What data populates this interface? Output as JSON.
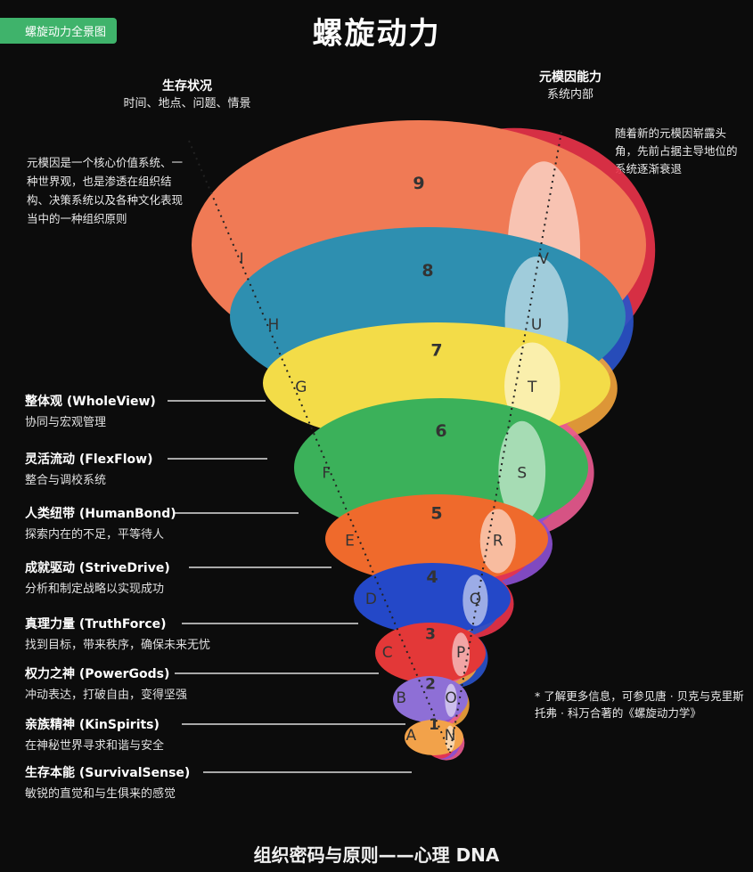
{
  "tag": "螺旋动力全景图",
  "title": "螺旋动力",
  "survival_conditions": {
    "heading": "生存状况",
    "sub": "时间、地点、问题、情景"
  },
  "meme_capacity": {
    "heading": "元模因能力",
    "sub": "系统内部"
  },
  "left_description": "元模因是一个核心价值系统、一种世界观，也是渗透在组织结构、决策系统以及各种文化表现当中的一种组织原则",
  "right_description": "随着新的元模因崭露头角，先前占据主导地位的系统逐渐衰退",
  "footnote": "* 了解更多信息，可参见唐 · 贝克与克里斯托弗 · 科万合著的《螺旋动力学》",
  "footer": "组织密码与原则——心理 DNA",
  "levels": [
    {
      "name": "整体观 (WholeView)",
      "desc": "协同与宏观管理"
    },
    {
      "name": "灵活流动 (FlexFlow)",
      "desc": "整合与调校系统"
    },
    {
      "name": "人类纽带 (HumanBond)",
      "desc": "探索内在的不足，平等待人"
    },
    {
      "name": "成就驱动 (StriveDrive)",
      "desc": "分析和制定战略以实现成功"
    },
    {
      "name": "真理力量 (TruthForce)",
      "desc": "找到目标，带来秩序，确保未来无忧"
    },
    {
      "name": "权力之神 (PowerGods)",
      "desc": "冲动表达，打破自由，变得坚强"
    },
    {
      "name": "亲族精神 (KinSpirits)",
      "desc": "在神秘世界寻求和谐与安全"
    },
    {
      "name": "生存本能 (SurvivalSense)",
      "desc": "敏锐的直觉和与生俱来的感觉"
    }
  ],
  "rings": [
    {
      "number": "9",
      "left_letter": "I",
      "right_letter": "V",
      "color": "#f07a55"
    },
    {
      "number": "8",
      "left_letter": "H",
      "right_letter": "U",
      "color": "#2e8fb0"
    },
    {
      "number": "7",
      "left_letter": "G",
      "right_letter": "T",
      "color": "#f3dc48"
    },
    {
      "number": "6",
      "left_letter": "F",
      "right_letter": "S",
      "color": "#3bb15a"
    },
    {
      "number": "5",
      "left_letter": "E",
      "right_letter": "R",
      "color": "#ef6a2c"
    },
    {
      "number": "4",
      "left_letter": "D",
      "right_letter": "Q",
      "color": "#2448c8"
    },
    {
      "number": "3",
      "left_letter": "C",
      "right_letter": "P",
      "color": "#e33838"
    },
    {
      "number": "2",
      "left_letter": "B",
      "right_letter": "O",
      "color": "#8e6fd6"
    },
    {
      "number": "1",
      "left_letter": "A",
      "right_letter": "N",
      "color": "#f2a24a"
    }
  ]
}
